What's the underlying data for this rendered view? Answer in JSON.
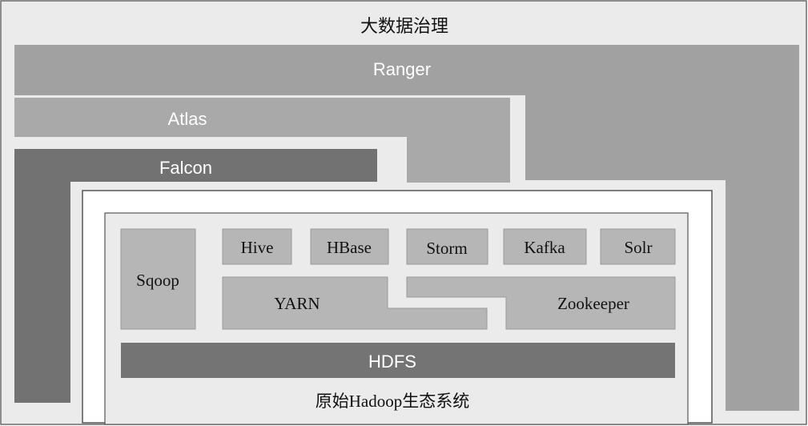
{
  "diagram": {
    "title": "大数据治理",
    "layers": {
      "ranger": "Ranger",
      "atlas": "Atlas",
      "falcon": "Falcon"
    },
    "ecosystem": {
      "label": "原始Hadoop生态系统",
      "components": {
        "sqoop": "Sqoop",
        "hive": "Hive",
        "hbase": "HBase",
        "storm": "Storm",
        "kafka": "Kafka",
        "solr": "Solr",
        "yarn": "YARN",
        "zookeeper": "Zookeeper",
        "hdfs": "HDFS"
      }
    }
  },
  "colors": {
    "ranger": "#a1a1a1",
    "atlas": "#a9a9a9",
    "falcon": "#727272",
    "outer_bg": "#ebebeb",
    "inner_bg": "#ebebeb",
    "component": "#b6b6b6",
    "hdfs": "#747474"
  }
}
